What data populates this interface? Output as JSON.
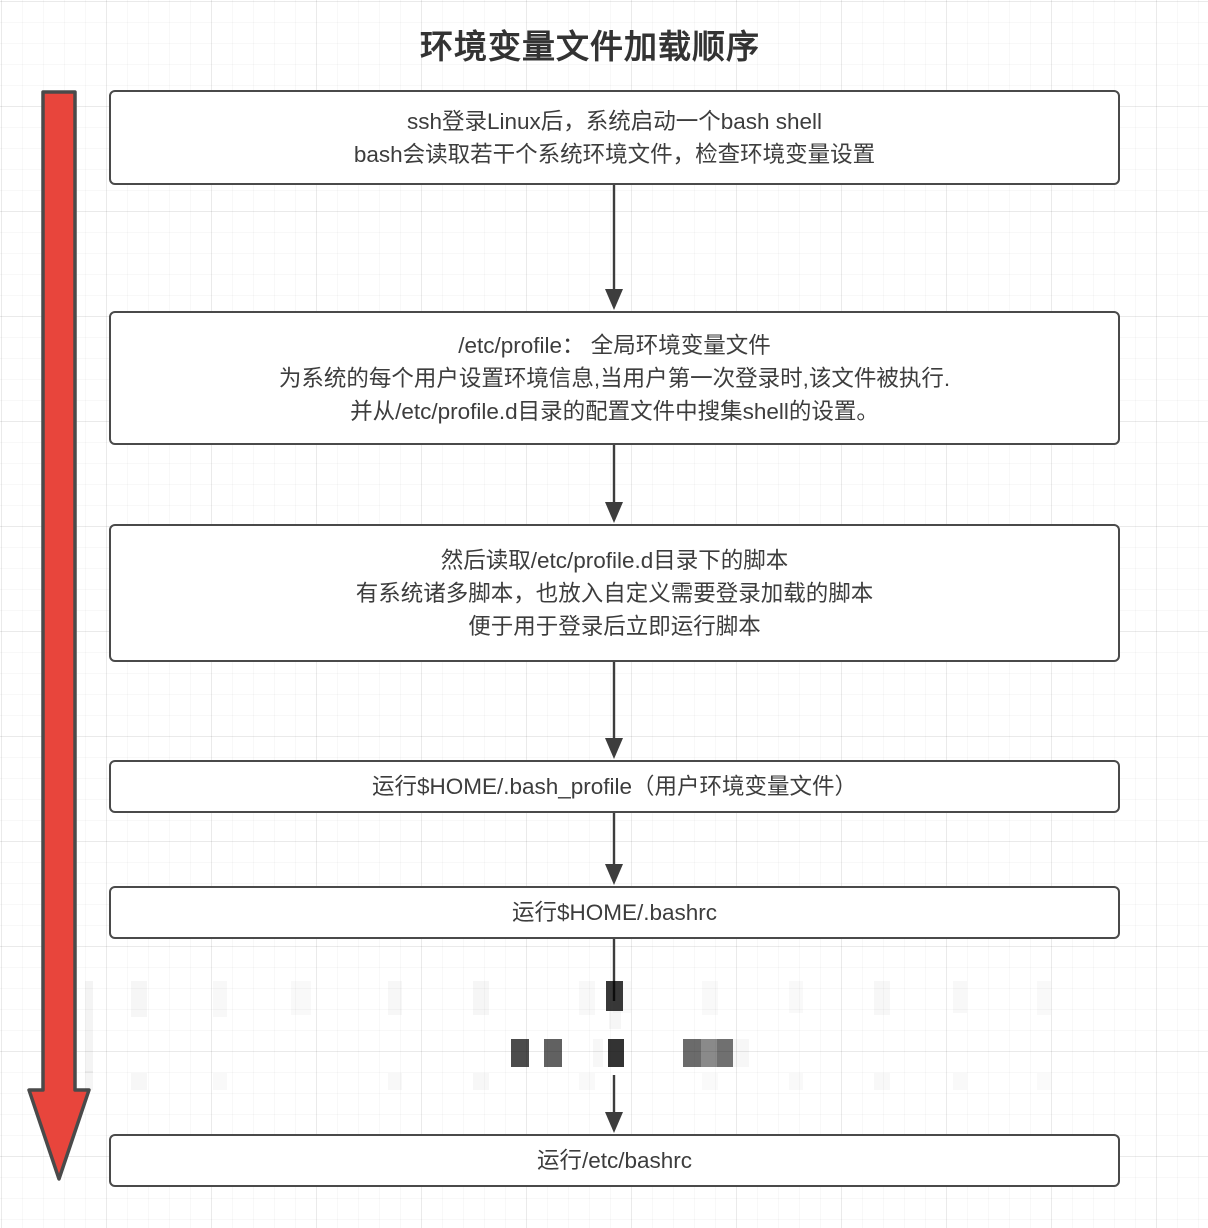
{
  "diagram": {
    "title": "环境变量文件加载顺序",
    "type": "flowchart",
    "orientation": "top-to-bottom",
    "background": "graph-paper-grid",
    "colors": {
      "box_border": "#4a4a4a",
      "box_fill": "#ffffff",
      "text": "#3d3d3d",
      "title": "#333333",
      "arrow": "#3d3d3d",
      "progress_arrow_fill": "#e8453c",
      "progress_arrow_stroke": "#4a4a4a",
      "grid_line": "#ebebeb"
    },
    "progress_arrow": {
      "name": "载入顺序指示箭头",
      "direction": "down"
    },
    "nodes": [
      {
        "id": "box1",
        "lines": [
          "ssh登录Linux后，系统启动一个bash shell",
          "bash会读取若干个系统环境文件，检查环境变量设置"
        ]
      },
      {
        "id": "box2",
        "lines": [
          "/etc/profile：  全局环境变量文件",
          "为系统的每个用户设置环境信息,当用户第一次登录时,该文件被执行.",
          "并从/etc/profile.d目录的配置文件中搜集shell的设置。"
        ]
      },
      {
        "id": "box3",
        "lines": [
          "然后读取/etc/profile.d目录下的脚本",
          "有系统诸多脚本，也放入自定义需要登录加载的脚本",
          "便于用于登录后立即运行脚本"
        ]
      },
      {
        "id": "box4",
        "lines": [
          "运行$HOME/.bash_profile（用户环境变量文件）"
        ]
      },
      {
        "id": "box5",
        "lines": [
          "运行$HOME/.bashrc"
        ]
      },
      {
        "id": "box6",
        "lines": [
          "运行/etc/bashrc"
        ]
      }
    ],
    "redacted_region": {
      "label": "马赛克遮挡区域",
      "note": "内容被马赛克/模糊处理，不可读"
    },
    "connectors": [
      {
        "from": "box1",
        "to": "box2"
      },
      {
        "from": "box2",
        "to": "box3"
      },
      {
        "from": "box3",
        "to": "box4"
      },
      {
        "from": "box4",
        "to": "box5"
      },
      {
        "from": "box5",
        "to": "redacted_region"
      },
      {
        "from": "redacted_region",
        "to": "box6"
      }
    ]
  }
}
